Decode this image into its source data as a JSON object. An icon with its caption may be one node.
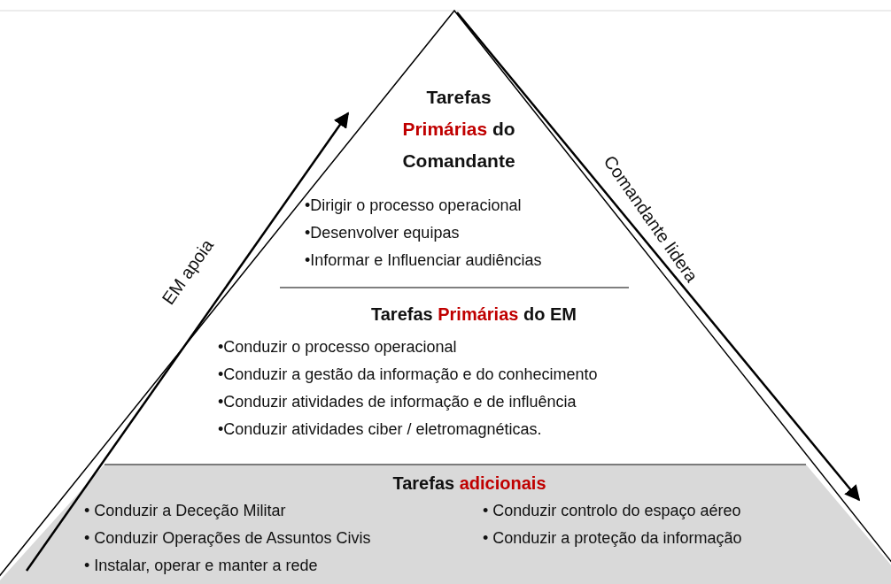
{
  "diagram": {
    "nodes": [
      {
        "text": [
          "Tarefas *Primárias* do Comandante",
          "•Dirigir o processo operacional",
          "•Desenvolver equipas",
          "•Informar e Influenciar audiências"
        ]
      },
      {
        "text": [
          "Tarefas *Primárias* do EM",
          "•Conduzir o processo operacional",
          "•Conduzir a gestão da informação e do conhecimento",
          "•Conduzir atividades de informação e de influência",
          "•Conduzir atividades ciber / eletromagnéticas."
        ]
      },
      {
        "text": [
          "Tarefas *adicionais*",
          "• Conduzir a Deceção Militar",
          "• Conduzir controlo do espaço aéreo",
          "• Conduzir Operações de Assuntos Civis",
          "• Conduzir a proteção da informação",
          "• Instalar, operar e manter a rede"
        ]
      }
    ],
    "labels": [
      "EM apoia",
      "Comandante lidera"
    ]
  }
}
